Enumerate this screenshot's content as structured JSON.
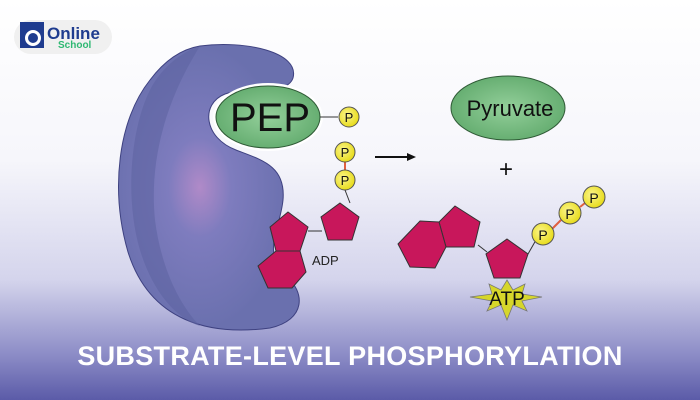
{
  "logo": {
    "line1": "Online",
    "line2": "School"
  },
  "diagram": {
    "pep_label": "PEP",
    "phosphate_label": "P",
    "adp_label": "ADP",
    "pyruvate_label": "Pyruvate",
    "plus_label": "+",
    "atp_label": "ATP"
  },
  "title": "SUBSTRATE-LEVEL PHOSPHORYLATION",
  "colors": {
    "enzyme": "#6c72b0",
    "substrate": "#6fb57a",
    "sugar_ring": "#c8175b",
    "phosphate": "#f2ea3a",
    "atp_star": "#d6d62a"
  }
}
